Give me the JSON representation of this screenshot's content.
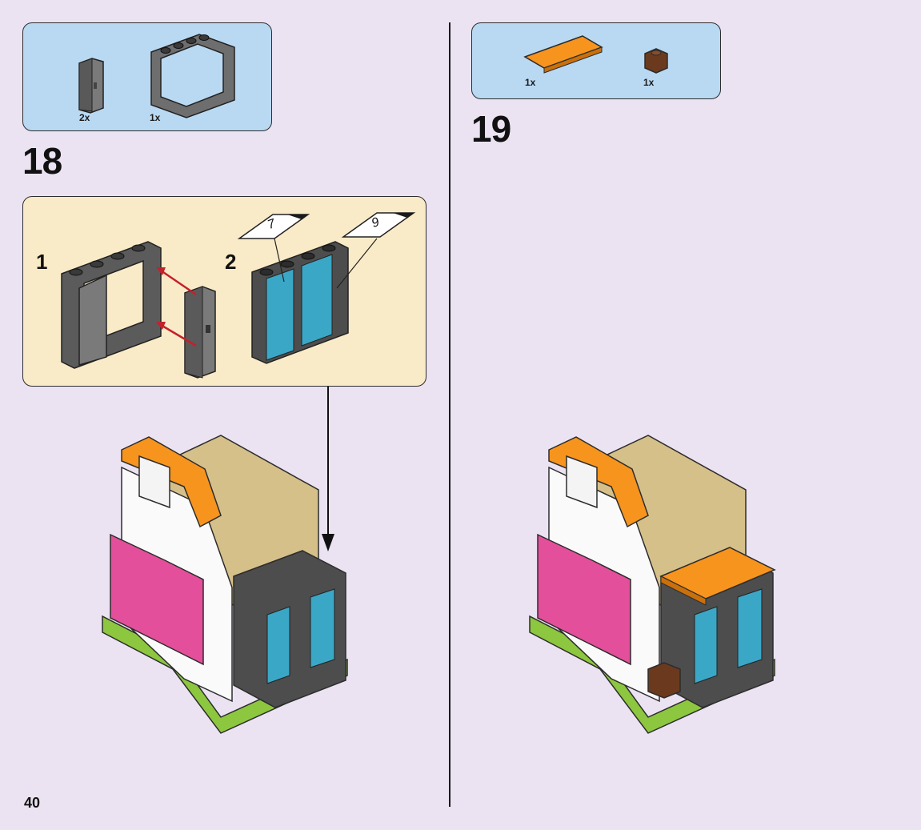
{
  "page": {
    "number": "40"
  },
  "step18": {
    "number": "18",
    "parts": [
      {
        "name": "door-panel",
        "qty": "2x"
      },
      {
        "name": "window-frame",
        "qty": "1x"
      }
    ],
    "substeps": [
      {
        "label": "1"
      },
      {
        "label": "2",
        "stickers": [
          "7",
          "9"
        ]
      }
    ]
  },
  "step19": {
    "number": "19",
    "parts": [
      {
        "name": "orange-tile",
        "qty": "1x"
      },
      {
        "name": "brown-brick",
        "qty": "1x"
      }
    ]
  },
  "colors": {
    "parts_bg": "#b9d9f2",
    "substep_bg": "#faebc8",
    "page_bg": "#ebe3f2"
  }
}
